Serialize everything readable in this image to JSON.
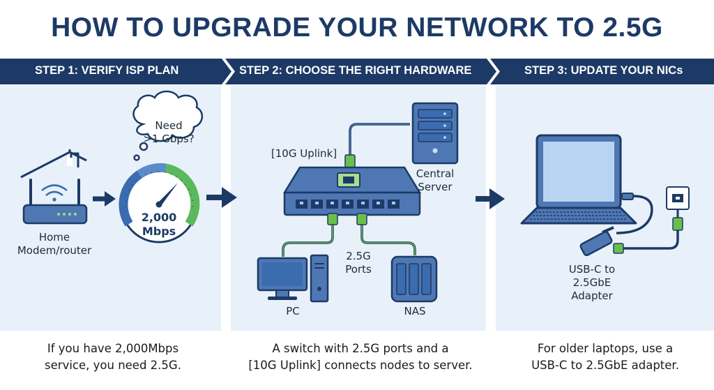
{
  "title": "HOW TO UPGRADE YOUR NETWORK TO 2.5G",
  "steps": [
    {
      "label": "STEP 1: VERIFY ISP PLAN"
    },
    {
      "label": "STEP 2: CHOOSE THE RIGHT HARDWARE"
    },
    {
      "label": "STEP 3: UPDATE YOUR NICs"
    }
  ],
  "step1": {
    "thought": "Need >1 Gbps?",
    "thought_line1": "Need",
    "thought_line2": ">1 Gbps?",
    "router_line1": "Home",
    "router_line2": "Modem/router",
    "speed_value": "2,000",
    "speed_unit": "Mbps",
    "caption_line1": "If you have 2,000Mbps",
    "caption_line2": "service, you need 2.5G."
  },
  "step2": {
    "uplink": "[10G Uplink]",
    "server_line1": "Central",
    "server_line2": "Server",
    "ports_line1": "2.5G",
    "ports_line2": "Ports",
    "pc": "PC",
    "nas": "NAS",
    "caption_line1": "A switch with 2.5G ports and a",
    "caption_line2": "[10G Uplink] connects nodes to server."
  },
  "step3": {
    "adapter_line1": "USB-C to",
    "adapter_line2": "2.5GbE",
    "adapter_line3": "Adapter",
    "caption_line1": "For older laptops, use a",
    "caption_line2": "USB-C to 2.5GbE adapter."
  },
  "colors": {
    "navy": "#1d3a66",
    "panel": "#e8f1fa",
    "device_blue": "#4f77b3",
    "uplink_green": "#6abf4b",
    "gauge_green": "#5cb85c",
    "gauge_blue": "#3b6cb0"
  },
  "icons": [
    "house-icon",
    "router-icon",
    "thought-cloud-icon",
    "speedometer-icon",
    "network-switch-icon",
    "server-icon",
    "pc-icon",
    "nas-icon",
    "laptop-icon",
    "usb-adapter-icon",
    "wall-jack-icon",
    "arrow-icon"
  ]
}
